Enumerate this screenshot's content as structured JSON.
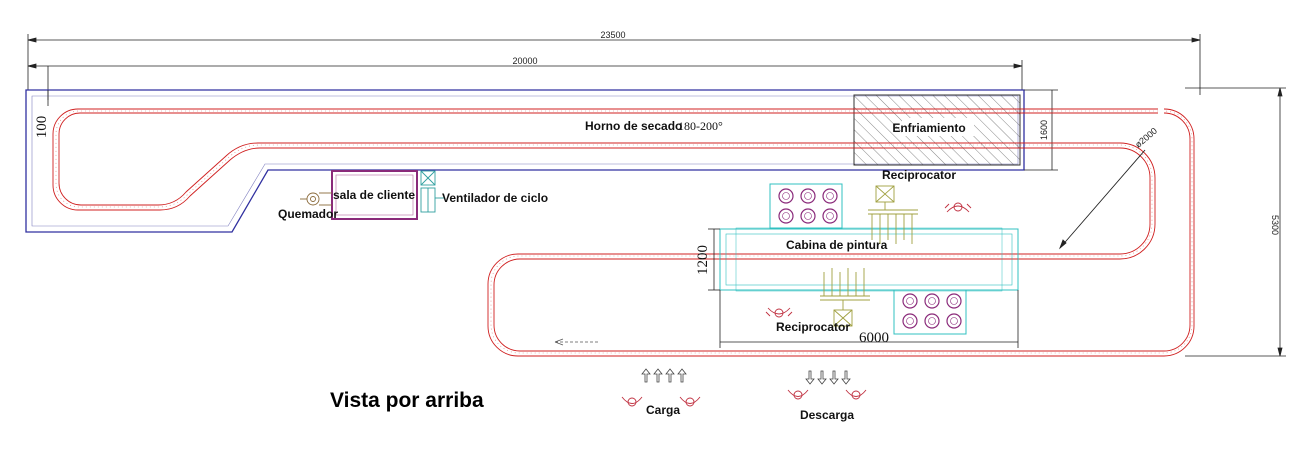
{
  "dimensions": {
    "total_length": "23500",
    "oven_length": "20000",
    "oven_height_left": "100",
    "cooling_height": "1600",
    "turn_radius": "ø2000",
    "total_height": "5300",
    "booth_width": "1200",
    "booth_length": "6000"
  },
  "labels": {
    "drying_oven": "Horno de secado",
    "oven_temp": "180-200°",
    "cooling": "Enfriamiento",
    "burner_room": "sala de cliente",
    "burner": "Quemador",
    "cycle_fan": "Ventilador de ciclo",
    "reciprocator_top": "Reciprocator",
    "reciprocator_bottom": "Reciprocator",
    "paint_booth": "Cabina de pintura",
    "load": "Carga",
    "unload": "Descarga",
    "view_title": "Vista por arriba"
  },
  "colors": {
    "conveyor": "#d02020",
    "oven_outline": "#3030a0",
    "booth_outline": "#30c0c0",
    "equipment": "#8a2a7a",
    "reciprocator": "#a0a040",
    "dim_line": "#222222"
  }
}
